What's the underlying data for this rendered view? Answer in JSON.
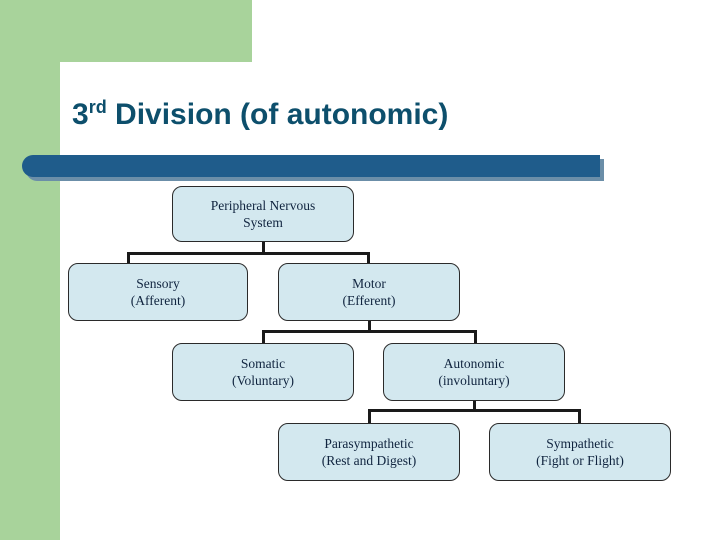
{
  "slide": {
    "title_main": "Division (of autonomic)",
    "title_ordinal_number": "3",
    "title_ordinal_suffix": "rd",
    "colors": {
      "accent_green": "#a8d39b",
      "title_text": "#0d4f6c",
      "title_bar": "#1f5c8b",
      "node_fill": "#d3e8ef",
      "node_border": "#2a2a2a"
    }
  },
  "chart_data": {
    "type": "diagram",
    "diagram_type": "organization-tree",
    "title": "3rd Division (of autonomic)",
    "nodes": [
      {
        "id": "pns",
        "line1": "Peripheral Nervous",
        "line2": "System"
      },
      {
        "id": "sensory",
        "line1": "Sensory",
        "line2": "(Afferent)"
      },
      {
        "id": "motor",
        "line1": "Motor",
        "line2": "(Efferent)"
      },
      {
        "id": "somatic",
        "line1": "Somatic",
        "line2": "(Voluntary)"
      },
      {
        "id": "autonomic",
        "line1": "Autonomic",
        "line2": "(involuntary)"
      },
      {
        "id": "parasympathetic",
        "line1": "Parasympathetic",
        "line2": "(Rest and Digest)"
      },
      {
        "id": "sympathetic",
        "line1": "Sympathetic",
        "line2": "(Fight or Flight)"
      }
    ],
    "edges": [
      {
        "from": "pns",
        "to": "sensory"
      },
      {
        "from": "pns",
        "to": "motor"
      },
      {
        "from": "motor",
        "to": "somatic"
      },
      {
        "from": "motor",
        "to": "autonomic"
      },
      {
        "from": "autonomic",
        "to": "parasympathetic"
      },
      {
        "from": "autonomic",
        "to": "sympathetic"
      }
    ]
  }
}
